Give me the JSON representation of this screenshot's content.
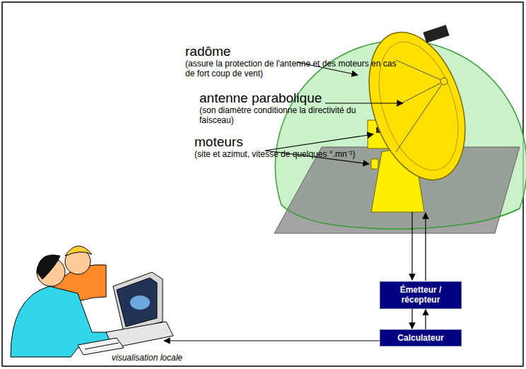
{
  "diagram": {
    "nodes": [
      {
        "text": [
          "Émetteur / récepteur"
        ]
      },
      {
        "text": [
          "Calculateur"
        ]
      }
    ],
    "edges": [
      {
        "from": 0,
        "to": 1,
        "arrow": "to"
      },
      {
        "from": 1,
        "to": 0,
        "arrow": "to"
      }
    ],
    "labels": [
      "radôme",
      "(assure la protection de l'antenne et des moteurs en cas de fort coup de vent)",
      "antenne parabolique",
      "(son diamètre conditionne la directivité du faisceau)",
      "moteurs",
      "(site et azimut, vitesse de quelques °.mn⁻¹)",
      "visualisation locale"
    ]
  }
}
